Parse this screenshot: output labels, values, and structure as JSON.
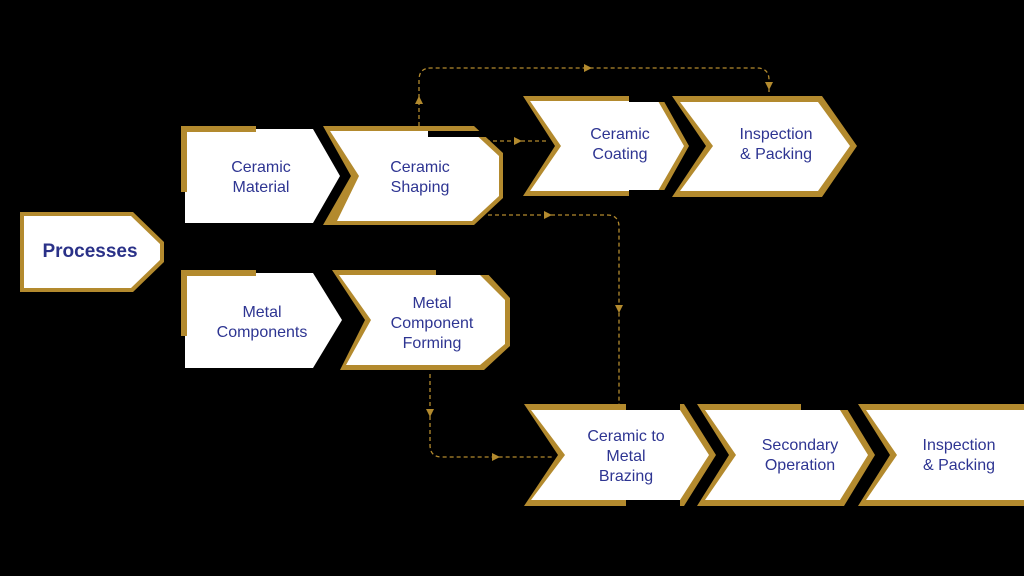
{
  "colors": {
    "background": "#000000",
    "gold": "#b38a2e",
    "box_fill": "#ffffff",
    "text": "#2e3592",
    "connector": "#b38a2e"
  },
  "nodes": {
    "processes": "Processes",
    "ceramic_material": "Ceramic\nMaterial",
    "ceramic_shaping": "Ceramic\nShaping",
    "ceramic_coating": "Ceramic\nCoating",
    "inspection_packing_top": "Inspection\n& Packing",
    "metal_components": "Metal\nComponents",
    "metal_component_forming": "Metal\nComponent\nForming",
    "ceramic_to_metal_brazing": "Ceramic to\nMetal\nBrazing",
    "secondary_operation": "Secondary\nOperation",
    "inspection_packing_bottom": "Inspection\n& Packing"
  }
}
